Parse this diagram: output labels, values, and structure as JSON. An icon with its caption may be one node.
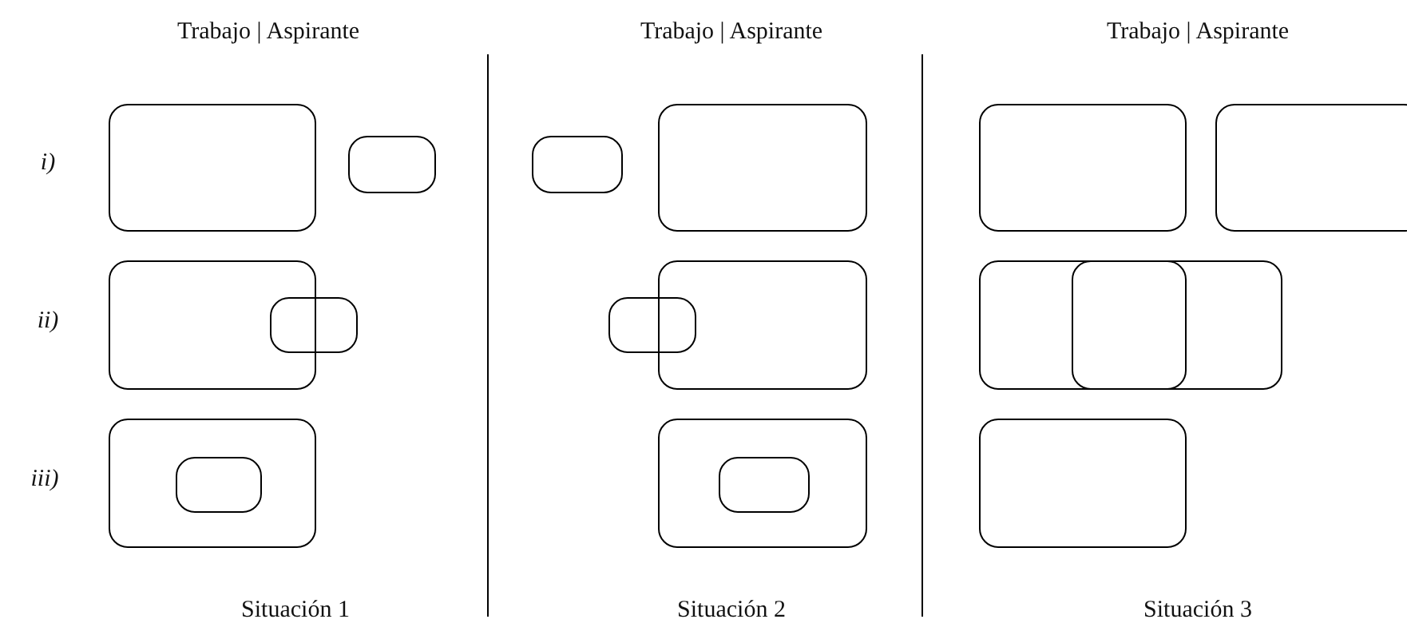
{
  "diagram": {
    "nodes": [
      {
        "text": [],
        "shape": "box"
      },
      {
        "text": [],
        "shape": "box"
      },
      {
        "text": [],
        "shape": "box"
      },
      {
        "text": [],
        "shape": "box"
      },
      {
        "text": [],
        "shape": "box"
      },
      {
        "text": [],
        "shape": "box"
      },
      {
        "text": [],
        "shape": "box"
      },
      {
        "text": [],
        "shape": "box"
      },
      {
        "text": [],
        "shape": "box"
      },
      {
        "text": [],
        "shape": "box"
      },
      {
        "text": [],
        "shape": "box"
      },
      {
        "text": [],
        "shape": "box"
      },
      {
        "text": [],
        "shape": "box"
      },
      {
        "text": [],
        "shape": "box",
        "in": 12
      },
      {
        "text": [],
        "shape": "box"
      },
      {
        "text": [],
        "shape": "box",
        "in": 14
      },
      {
        "text": [],
        "shape": "box"
      }
    ],
    "labels": [
      "Trabajo | Aspirante",
      "Trabajo | Aspirante",
      "Trabajo | Aspirante",
      "i)",
      "ii)",
      "iii)",
      "Situación 1",
      "Situación 2",
      "Situación 3"
    ]
  }
}
